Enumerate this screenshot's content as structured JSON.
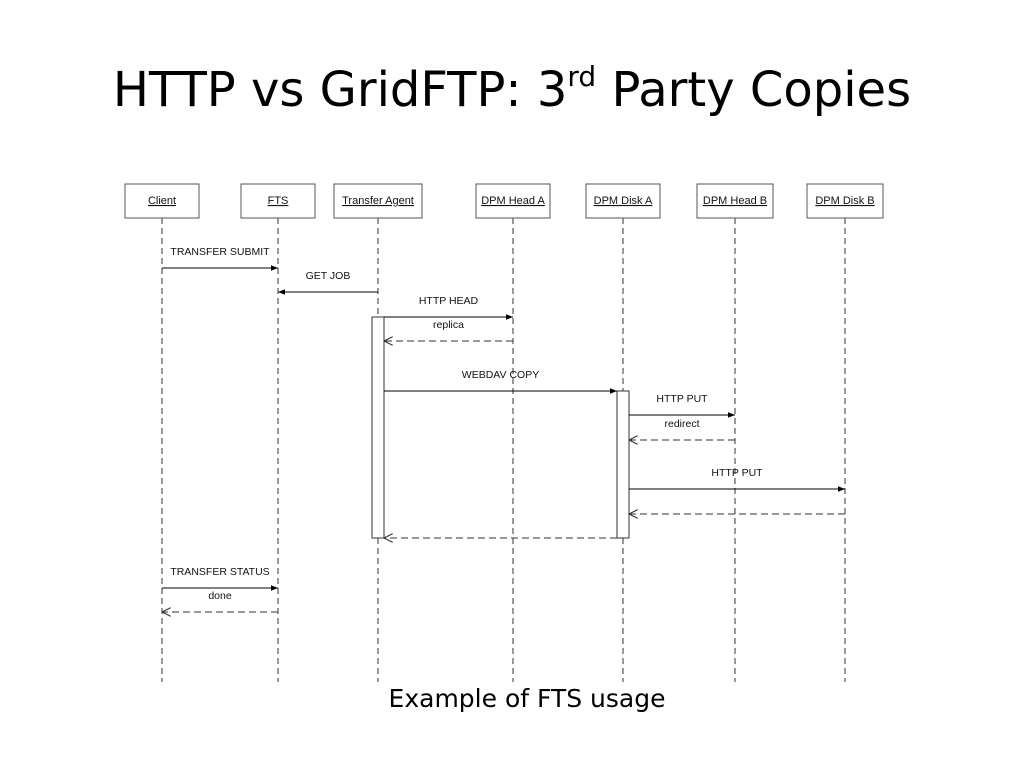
{
  "title": {
    "main": "HTTP vs GridFTP: 3",
    "superscript": "rd",
    "rest": " Party Copies"
  },
  "caption": "Example of FTS usage",
  "diagram": {
    "participants": [
      {
        "id": "client",
        "label": "Client"
      },
      {
        "id": "fts",
        "label": "FTS"
      },
      {
        "id": "agent",
        "label": "Transfer Agent"
      },
      {
        "id": "headA",
        "label": "DPM Head A"
      },
      {
        "id": "diskA",
        "label": "DPM Disk A"
      },
      {
        "id": "headB",
        "label": "DPM Head B"
      },
      {
        "id": "diskB",
        "label": "DPM Disk B"
      }
    ],
    "messages": [
      {
        "from": "client",
        "to": "fts",
        "label": "TRANSFER SUBMIT",
        "kind": "call"
      },
      {
        "from": "agent",
        "to": "fts",
        "label": "GET JOB",
        "kind": "call"
      },
      {
        "from": "agent",
        "to": "headA",
        "label": "HTTP HEAD",
        "kind": "call"
      },
      {
        "from": "headA",
        "to": "agent",
        "label": "replica",
        "kind": "return"
      },
      {
        "from": "agent",
        "to": "diskA",
        "label": "WEBDAV COPY",
        "kind": "call"
      },
      {
        "from": "diskA",
        "to": "headB",
        "label": "HTTP PUT",
        "kind": "call"
      },
      {
        "from": "headB",
        "to": "diskA",
        "label": "redirect",
        "kind": "return"
      },
      {
        "from": "diskA",
        "to": "diskB",
        "label": "HTTP PUT",
        "kind": "call"
      },
      {
        "from": "diskB",
        "to": "diskA",
        "label": "",
        "kind": "return"
      },
      {
        "from": "diskA",
        "to": "agent",
        "label": "",
        "kind": "return"
      },
      {
        "from": "client",
        "to": "fts",
        "label": "TRANSFER STATUS",
        "kind": "call"
      },
      {
        "from": "fts",
        "to": "client",
        "label": "done",
        "kind": "return"
      }
    ]
  }
}
